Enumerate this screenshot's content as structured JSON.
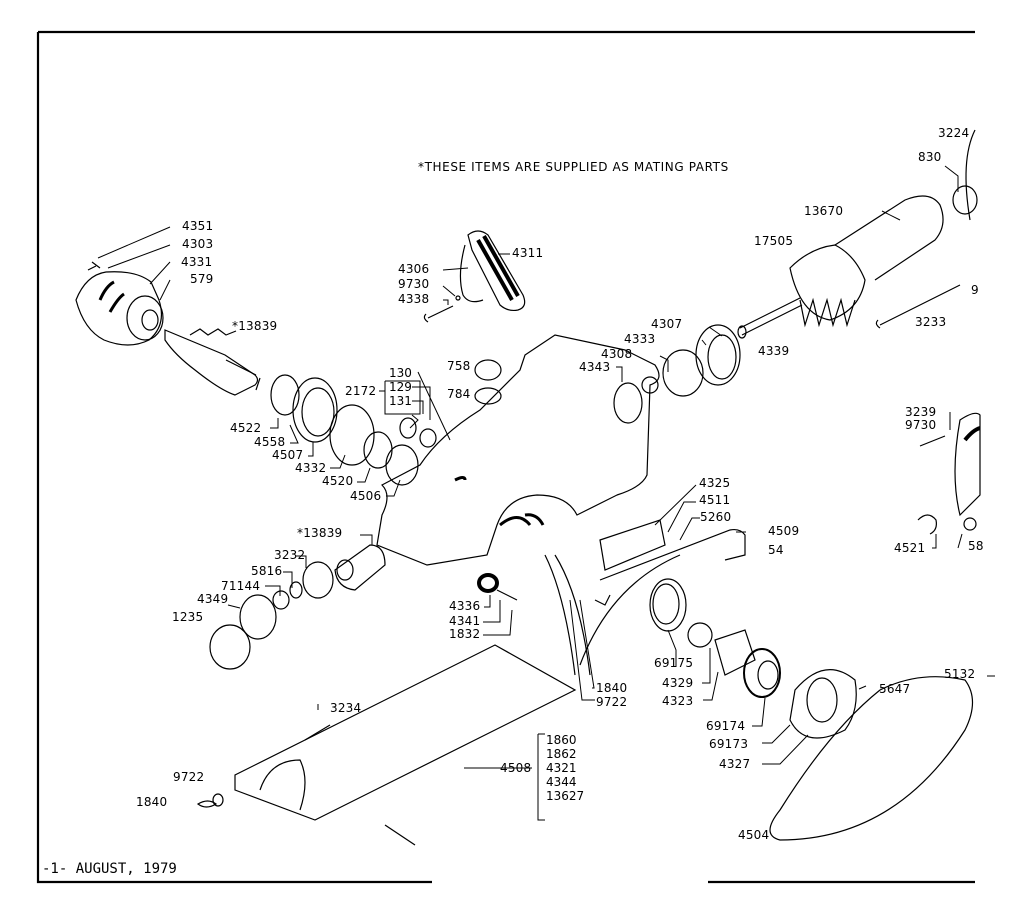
{
  "document": {
    "note": "*THESE ITEMS ARE SUPPLIED AS MATING PARTS",
    "footer": "-1-  AUGUST, 1979"
  },
  "parts": {
    "p4351": "4351",
    "p4303": "4303",
    "p4331": "4331",
    "p579": "579",
    "p13839a": "*13839",
    "p4306": "4306",
    "p9730a": "9730",
    "p4338": "4338",
    "p4311": "4311",
    "p3224": "3224",
    "p830": "830",
    "p13670": "13670",
    "p17505": "17505",
    "p9": "9",
    "p3233": "3233",
    "p4307": "4307",
    "p4333": "4333",
    "p4308": "4308",
    "p4343": "4343",
    "p4339": "4339",
    "p2172": "2172",
    "p758": "758",
    "p784": "784",
    "p4522": "4522",
    "p4558": "4558",
    "p4507": "4507",
    "p4332": "4332",
    "p4520": "4520",
    "p4506": "4506",
    "p3239": "3239",
    "p9730b": "9730",
    "p4521": "4521",
    "p58": "58",
    "p4325": "4325",
    "p4511": "4511",
    "p5260": "5260",
    "p4509": "4509",
    "p54": "54",
    "p13839b": "*13839",
    "p3232": "3232",
    "p5816": "5816",
    "p71144": "71144",
    "p4349": "4349",
    "p1235": "1235",
    "p4336": "4336",
    "p4341": "4341",
    "p1832": "1832",
    "p69175": "69175",
    "p4329": "4329",
    "p4323": "4323",
    "p1840a": "1840",
    "p9722a": "9722",
    "p69174": "69174",
    "p69173": "69173",
    "p4327": "4327",
    "p5647": "5647",
    "p5132": "5132",
    "p3234": "3234",
    "p4508": "4508",
    "p9722b": "9722",
    "p1840b": "1840",
    "p4504": "4504"
  },
  "groups": {
    "g2172": [
      "130",
      "129",
      "131"
    ],
    "g4508": [
      "1860",
      "1862",
      "4321",
      "4344",
      "13627"
    ]
  }
}
